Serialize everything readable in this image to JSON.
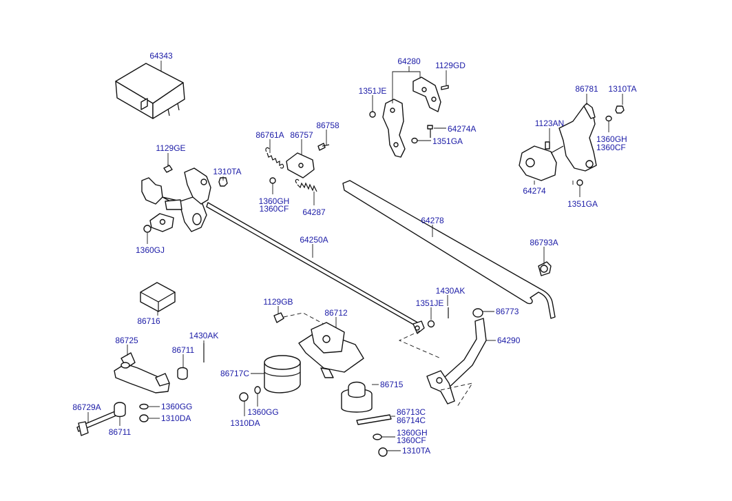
{
  "colors": {
    "label": "#1a1aa6",
    "line": "#111111",
    "background": "#ffffff"
  },
  "callouts": {
    "c64343": "64343",
    "c64280": "64280",
    "c1129GD": "1129GD",
    "c1351JE_top": "1351JE",
    "c64274A": "64274A",
    "c1351GA_top": "1351GA",
    "c86781": "86781",
    "c1310TA_right": "1310TA",
    "c1123AN": "1123AN",
    "c1360GH_right": "1360GH",
    "c1360CF_right": "1360CF",
    "c64274": "64274",
    "c1351GA_right": "1351GA",
    "c86761A": "86761A",
    "c86757": "86757",
    "c86758": "86758",
    "c1360GH_mid": "1360GH",
    "c1360CF_mid": "1360CF",
    "c64287": "64287",
    "c1129GE": "1129GE",
    "c1310TA_left": "1310TA",
    "c1360GJ": "1360GJ",
    "c64250A": "64250A",
    "c64278": "64278",
    "c86793A": "86793A",
    "c86716": "86716",
    "c1129GB": "1129GB",
    "c86712": "86712",
    "c1430AK_mid": "1430AK",
    "c1351JE_mid": "1351JE",
    "c86773": "86773",
    "c64290": "64290",
    "c86725": "86725",
    "c1430AK_left": "1430AK",
    "c86711_top": "86711",
    "c86717C": "86717C",
    "c86715": "86715",
    "c1310DA_mid": "1310DA",
    "c1360GG_mid": "1360GG",
    "c86713C": "86713C",
    "c86714C": "86714C",
    "c1360GH_bot": "1360GH",
    "c1360CF_bot": "1360CF",
    "c1310TA_bot": "1310TA",
    "c86729A": "86729A",
    "c86711_bot": "86711",
    "c1360GG_bot": "1360GG",
    "c1310DA_bot": "1310DA"
  }
}
